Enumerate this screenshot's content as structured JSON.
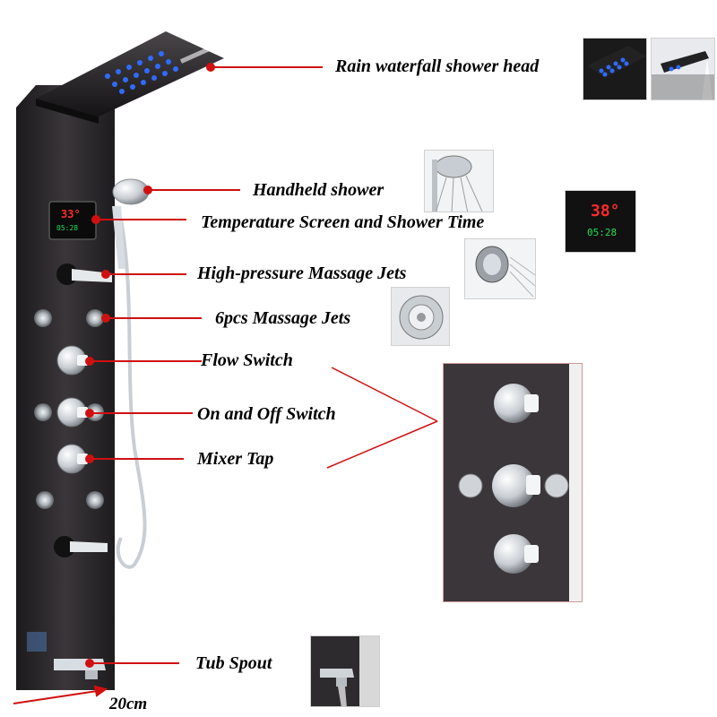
{
  "labels": {
    "rain_head": "Rain waterfall shower head",
    "handheld": "Handheld shower",
    "temp_screen": "Temperature Screen and Shower Time",
    "hp_jets": "High-pressure Massage Jets",
    "massage_jets": "6pcs Massage Jets",
    "flow_switch": "Flow Switch",
    "on_off": "On and Off Switch",
    "mixer": "Mixer Tap",
    "tub_spout": "Tub Spout",
    "dimension": "20cm"
  },
  "display": {
    "temperature": "33°",
    "time": "05:28",
    "inset_temperature": "38°",
    "inset_time": "05:28"
  },
  "colors": {
    "leader_line": "#d01010",
    "panel": "#2e2b2e",
    "led_blue": "#2f6bff",
    "chrome": "#d8dde3",
    "display_red": "#ff2a2a",
    "display_green": "#22dd55"
  }
}
